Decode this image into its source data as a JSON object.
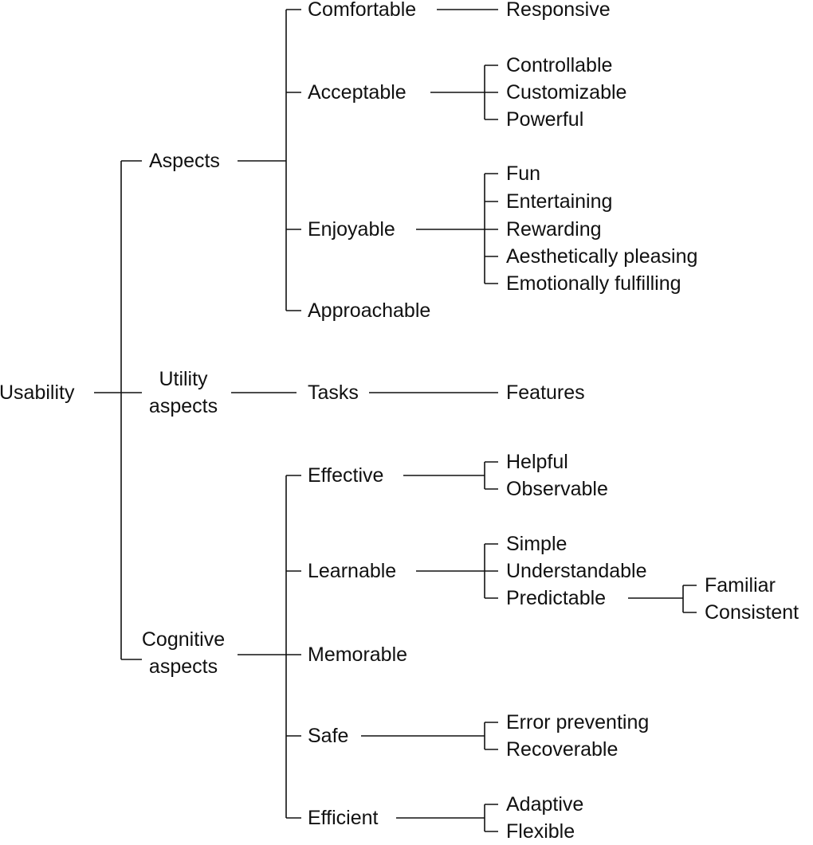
{
  "root": "Usability",
  "level1": {
    "aspects": "Aspects",
    "utility": [
      "Utility",
      "aspects"
    ],
    "cognitive": [
      "Cognitive",
      "aspects"
    ]
  },
  "aspects": {
    "comfortable": "Comfortable",
    "acceptable": "Acceptable",
    "enjoyable": "Enjoyable",
    "approachable": "Approachable",
    "responsive": "Responsive",
    "acceptable_children": [
      "Controllable",
      "Customizable",
      "Powerful"
    ],
    "enjoyable_children": [
      "Fun",
      "Entertaining",
      "Rewarding",
      "Aesthetically pleasing",
      "Emotionally fulfilling"
    ]
  },
  "utility": {
    "tasks": "Tasks",
    "features": "Features"
  },
  "cognitive": {
    "effective": "Effective",
    "learnable": "Learnable",
    "memorable": "Memorable",
    "safe": "Safe",
    "efficient": "Efficient",
    "effective_children": [
      "Helpful",
      "Observable"
    ],
    "learnable_children": [
      "Simple",
      "Understandable",
      "Predictable"
    ],
    "predictable_children": [
      "Familiar",
      "Consistent"
    ],
    "safe_children": [
      "Error preventing",
      "Recoverable"
    ],
    "efficient_children": [
      "Adaptive",
      "Flexible"
    ]
  },
  "colors": {
    "line": "#111111",
    "text": "#111111",
    "background": "#ffffff"
  }
}
